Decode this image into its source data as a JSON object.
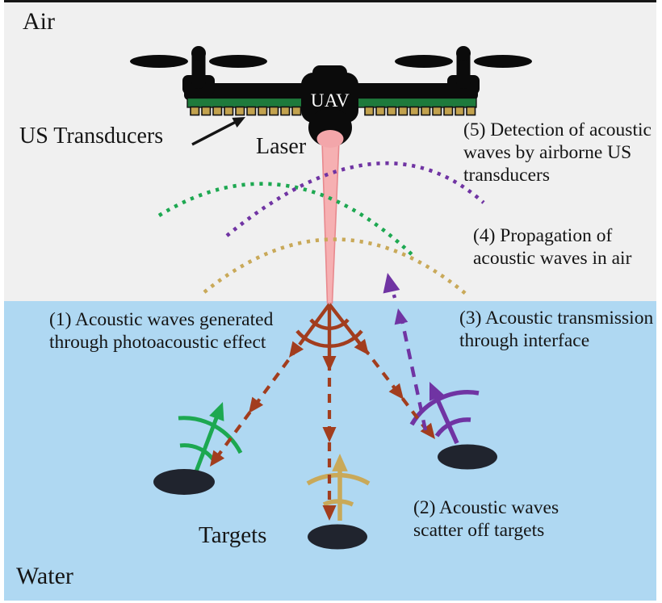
{
  "figure": {
    "air_label": "Air",
    "water_label": "Water",
    "targets_label": "Targets"
  },
  "drone": {
    "label": "UAV",
    "transducers_label": "US Transducers",
    "laser_label": "Laser"
  },
  "steps": {
    "s1": "(1) Acoustic waves generated\nthrough photoacoustic effect",
    "s2": "(2) Acoustic waves\nscatter off targets",
    "s3": "(3) Acoustic transmission\nthrough interface",
    "s4": "(4) Propagation of\nacoustic waves in air",
    "s5": "(5) Detection of acoustic\nwaves by airborne US\ntransducers"
  },
  "colors": {
    "air_bg": "#F0F0F0",
    "water_bg": "#AFD8F2",
    "photoacoustic_red": "#A23D1E",
    "wave_green": "#1DA851",
    "wave_purple": "#7034A3",
    "wave_tan": "#C9A959",
    "laser_pink": "#F6B0B2",
    "laser_pink_edge": "#E8898E",
    "transducer_gold": "#C2A24E",
    "pcb_green": "#1E7A3C",
    "target_dark": "#20242E",
    "text_black": "#151515"
  }
}
